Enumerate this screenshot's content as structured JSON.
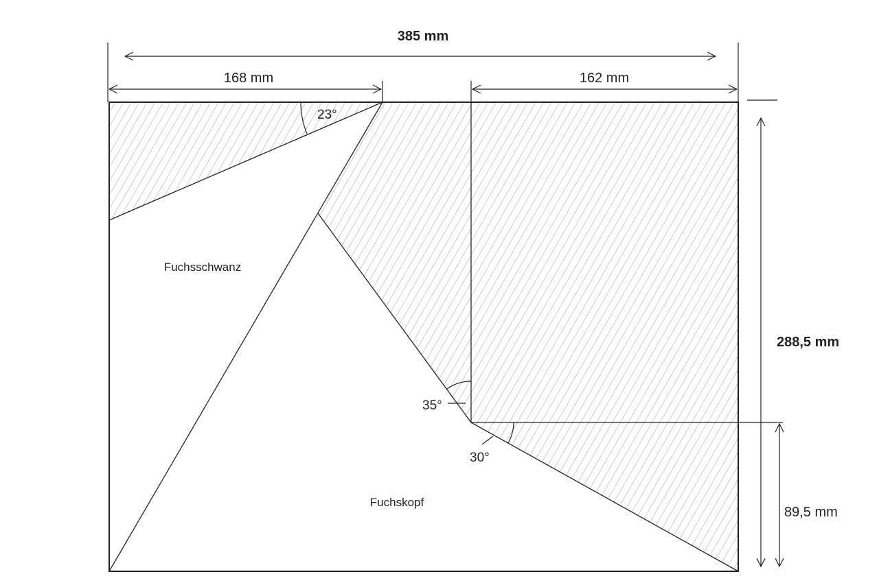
{
  "dimensions": {
    "total_width": "385 mm",
    "left_width": "168 mm",
    "right_width": "162 mm",
    "total_height": "288,5 mm",
    "lower_height": "89,5 mm"
  },
  "angles": {
    "top": "23°",
    "middle": "35°",
    "lower": "30°"
  },
  "pieces": {
    "tail": "Fuchsschwanz",
    "head": "Fuchskopf"
  },
  "colors": {
    "line": "#222222",
    "hatch": "#9a9a9a",
    "background": "#ffffff"
  }
}
